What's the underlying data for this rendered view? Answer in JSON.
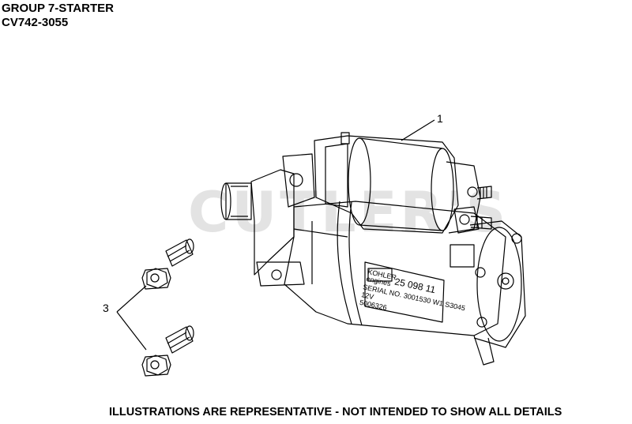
{
  "header": {
    "group_title": "GROUP 7-STARTER",
    "model": "CV742-3055"
  },
  "footer": {
    "disclaimer": "ILLUSTRATIONS ARE REPRESENTATIVE - NOT INTENDED TO SHOW ALL DETAILS"
  },
  "watermark": {
    "text": "CUTLER'S"
  },
  "callouts": {
    "starter": "1",
    "bolts": "3"
  },
  "nameplate": {
    "brand_line1": "KOHLER",
    "brand_line2": "engines",
    "part_number": "25 098 11",
    "serial_line": "SERIAL NO. 3001530 W1 S3045",
    "voltage": "12V",
    "code": "5006326"
  },
  "colors": {
    "line": "#000000",
    "watermark": "#e3e3e3"
  }
}
